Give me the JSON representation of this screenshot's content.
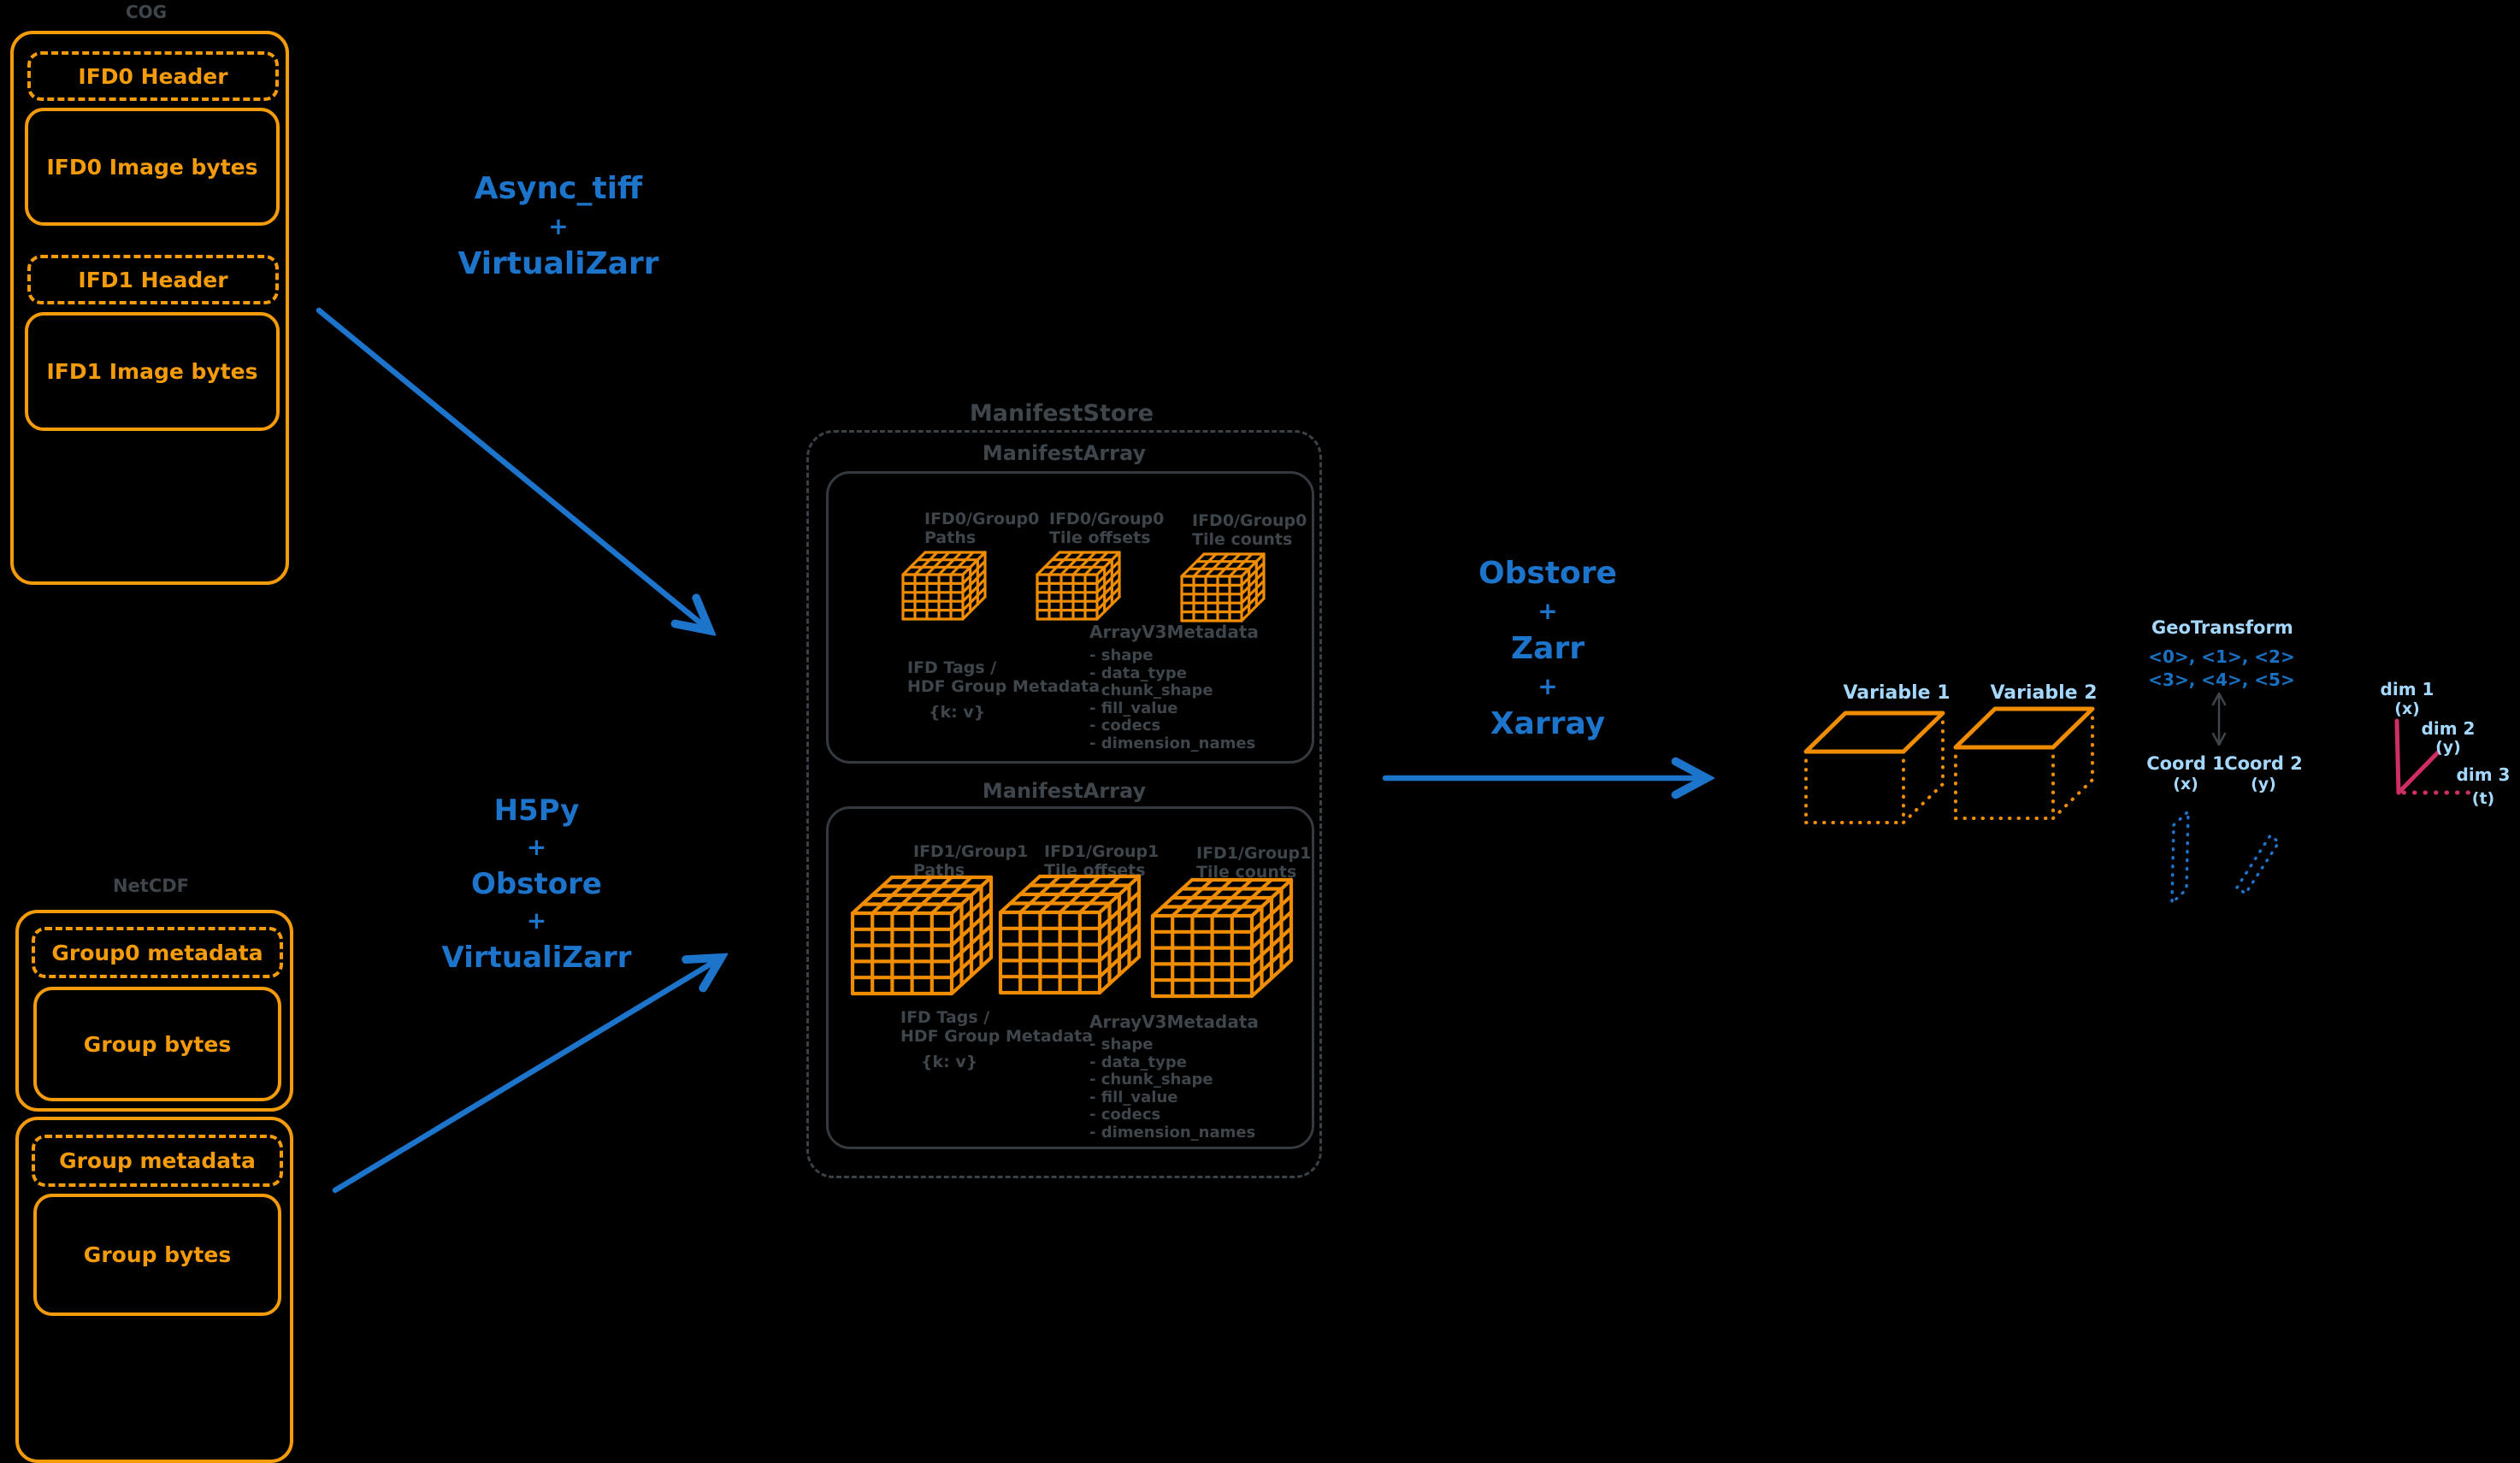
{
  "cog": {
    "title": "COG",
    "items": [
      {
        "label": "IFD0 Header"
      },
      {
        "label": "IFD0 Image bytes"
      },
      {
        "label": "IFD1 Header"
      },
      {
        "label": "IFD1 Image bytes"
      }
    ]
  },
  "netcdf": {
    "title": "NetCDF",
    "groups": [
      {
        "metadata_label": "Group0 metadata",
        "bytes_label": "Group bytes"
      },
      {
        "metadata_label": "Group metadata",
        "bytes_label": "Group bytes"
      }
    ]
  },
  "pipelines": {
    "cog_to_manifest": {
      "lines": [
        "Async_tiff",
        "+",
        "VirtualiZarr"
      ]
    },
    "netcdf_to_manifest": {
      "lines": [
        "H5Py",
        "+",
        "Obstore",
        "+",
        "VirtualiZarr"
      ]
    },
    "manifest_to_xarray": {
      "lines": [
        "Obstore",
        "+",
        "Zarr",
        "+",
        "Xarray"
      ]
    }
  },
  "manifest_store": {
    "title": "ManifestStore",
    "arrays": [
      {
        "title": "ManifestArray",
        "cubes": [
          {
            "l1": "IFD0/Group0",
            "l2": "Paths"
          },
          {
            "l1": "IFD0/Group0",
            "l2": "Tile offsets"
          },
          {
            "l1": "IFD0/Group0",
            "l2": "Tile counts"
          }
        ],
        "tags_line1": "IFD Tags /",
        "tags_line2": "HDF Group Metadata",
        "kv": "{k: v}",
        "meta_title": "ArrayV3Metadata",
        "meta_items": [
          "- shape",
          "- data_type",
          "- chunk_shape",
          "- fill_value",
          "- codecs",
          "- dimension_names"
        ]
      },
      {
        "title": "ManifestArray",
        "cubes": [
          {
            "l1": "IFD1/Group1",
            "l2": "Paths"
          },
          {
            "l1": "IFD1/Group1",
            "l2": "Tile offsets"
          },
          {
            "l1": "IFD1/Group1",
            "l2": "Tile counts"
          }
        ],
        "tags_line1": "IFD Tags /",
        "tags_line2": "HDF Group Metadata",
        "kv": "{k: v}",
        "meta_title": "ArrayV3Metadata",
        "meta_items": [
          "- shape",
          "- data_type",
          "- chunk_shape",
          "- fill_value",
          "- codecs",
          "- dimension_names"
        ]
      }
    ]
  },
  "xarray_view": {
    "variables": [
      "Variable 1",
      "Variable 2"
    ],
    "geotransform": {
      "title": "GeoTransform",
      "row1": "<0>, <1>, <2>",
      "row2": "<3>, <4>, <5>"
    },
    "coords": [
      {
        "name": "Coord 1",
        "axis": "(x)"
      },
      {
        "name": "Coord 2",
        "axis": "(y)"
      }
    ],
    "dims": [
      {
        "name": "dim 1",
        "axis": "(x)"
      },
      {
        "name": "dim 2",
        "axis": "(y)"
      },
      {
        "name": "dim 3",
        "axis": "(t)"
      }
    ]
  },
  "colors": {
    "background": "#000000",
    "file_box_orange": "#f49b0b",
    "cube_orange": "#f08c00",
    "arrow_blue": "#1d74cb",
    "label_light_blue": "#a5d8ff",
    "geotransform_blue": "#1971c2",
    "axis_crimson": "#cf2e63",
    "chrome_gray": "#343a40"
  }
}
